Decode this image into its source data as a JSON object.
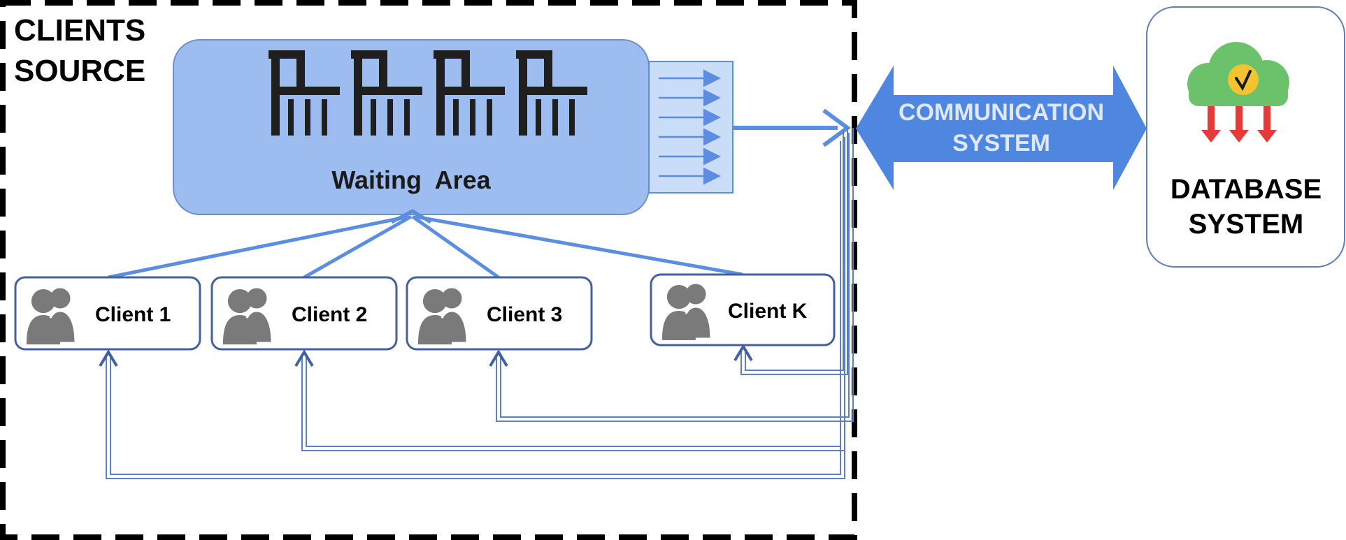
{
  "clients_source": {
    "label_line1": "CLIENTS",
    "label_line2": "SOURCE"
  },
  "waiting_area": {
    "label": "Waiting  Area",
    "chair_count": 4
  },
  "clients": [
    {
      "label": "Client 1"
    },
    {
      "label": "Client 2"
    },
    {
      "label": "Client 3"
    },
    {
      "label": "Client K"
    }
  ],
  "communication": {
    "label_line1": "COMMUNICATION",
    "label_line2": "SYSTEM"
  },
  "database": {
    "label_line1": "DATABASE",
    "label_line2": "SYSTEM"
  },
  "colors": {
    "waiting_fill": "#9dbdf0",
    "queue_fill": "#c9dcf8",
    "arrow_blue": "#5b8ee0",
    "comm_blue": "#4f86df",
    "client_border": "#44609f",
    "person_gray": "#7a7a7a",
    "chair_dark": "#1f1f1f",
    "cloud_green": "#6cc26a",
    "check_yellow": "#f4c430",
    "db_red": "#e63a3a",
    "dash_black": "#000000"
  }
}
